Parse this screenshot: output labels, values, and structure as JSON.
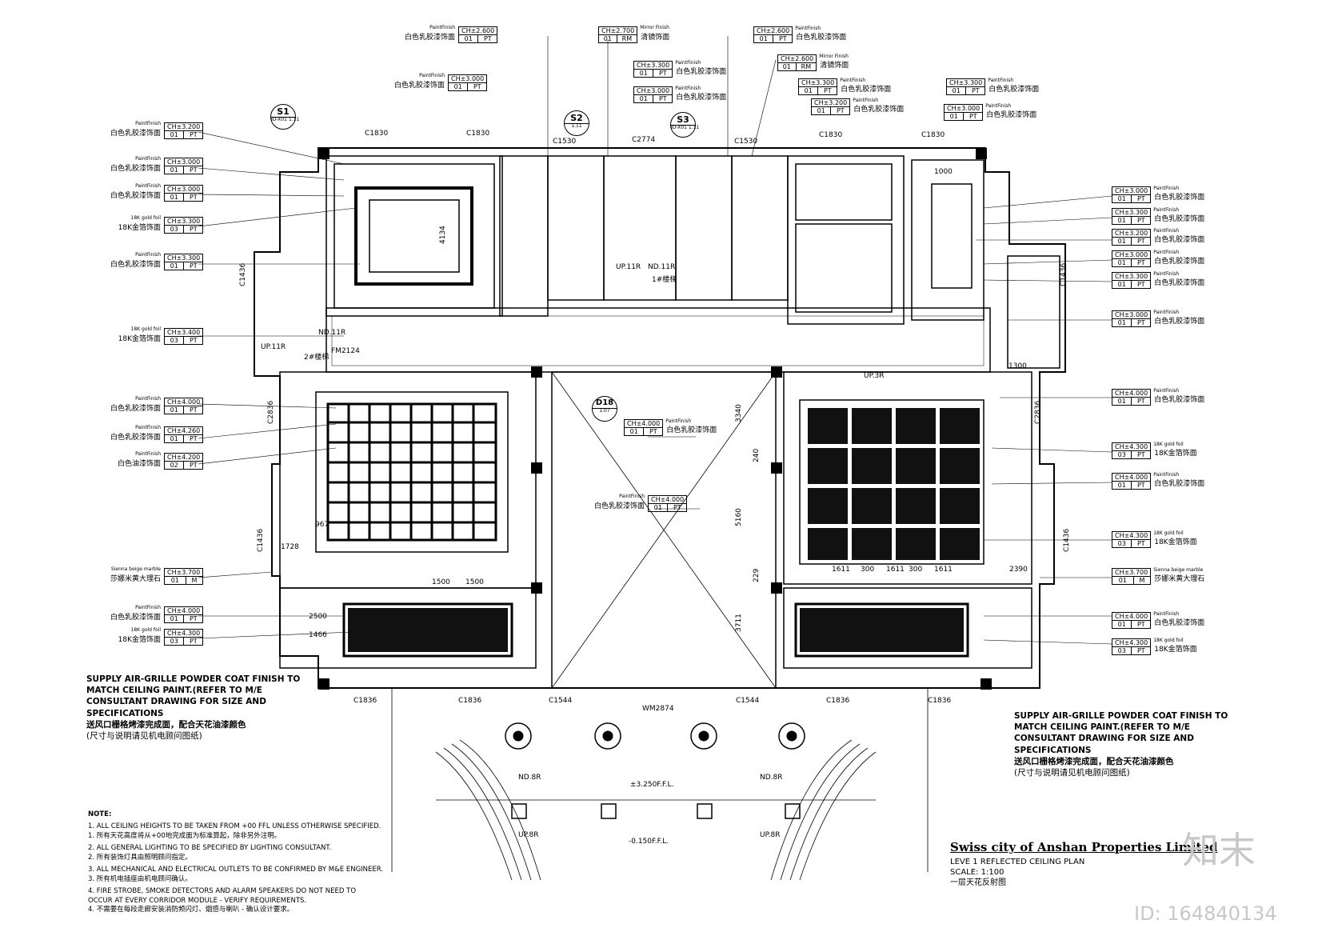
{
  "markers": [
    {
      "id": "S1",
      "ref": "ID-X01 1.11"
    },
    {
      "id": "S2",
      "ref": "1.11"
    },
    {
      "id": "S3",
      "ref": "ID-X01 1.11"
    },
    {
      "id": "D18",
      "ref": "1.07"
    }
  ],
  "tags_left": [
    {
      "finish": "PaintFinish",
      "ch": "CH±3.200",
      "code": "01",
      "type": "PT",
      "zh": "白色乳胶漆饰面"
    },
    {
      "finish": "PaintFinish",
      "ch": "CH±3.000",
      "code": "01",
      "type": "PT",
      "zh": "白色乳胶漆饰面"
    },
    {
      "finish": "PaintFinish",
      "ch": "CH±3.000",
      "code": "01",
      "type": "PT",
      "zh": "白色乳胶漆饰面"
    },
    {
      "finish": "18K gold foil",
      "ch": "CH±3.300",
      "code": "03",
      "type": "PT",
      "zh": "18K金箔饰面"
    },
    {
      "finish": "PaintFinish",
      "ch": "CH±3.300",
      "code": "01",
      "type": "PT",
      "zh": "白色乳胶漆饰面"
    },
    {
      "finish": "18K gold foil",
      "ch": "CH±3.400",
      "code": "03",
      "type": "PT",
      "zh": "18K金箔饰面"
    },
    {
      "finish": "PaintFinish",
      "ch": "CH±4.000",
      "code": "01",
      "type": "PT",
      "zh": "白色乳胶漆饰面"
    },
    {
      "finish": "PaintFinish",
      "ch": "CH±4.260",
      "code": "01",
      "type": "PT",
      "zh": "白色乳胶漆饰面"
    },
    {
      "finish": "PaintFinish",
      "ch": "CH±4.200",
      "code": "02",
      "type": "PT",
      "zh": "白色油漆饰面"
    },
    {
      "finish": "Sienna beige marble",
      "ch": "CH±3.700",
      "code": "01",
      "type": "M",
      "zh": "莎娜米黄大理石"
    },
    {
      "finish": "PaintFinish",
      "ch": "CH±4.000",
      "code": "01",
      "type": "PT",
      "zh": "白色乳胶漆饰面"
    },
    {
      "finish": "18K gold foil",
      "ch": "CH±4.300",
      "code": "03",
      "type": "PT",
      "zh": "18K金箔饰面"
    }
  ],
  "tags_right": [
    {
      "finish": "PaintFinish",
      "ch": "CH±3.000",
      "code": "01",
      "type": "PT",
      "zh": "白色乳胶漆饰面"
    },
    {
      "finish": "PaintFinish",
      "ch": "CH±3.300",
      "code": "01",
      "type": "PT",
      "zh": "白色乳胶漆饰面"
    },
    {
      "finish": "PaintFinish",
      "ch": "CH±3.200",
      "code": "01",
      "type": "PT",
      "zh": "白色乳胶漆饰面"
    },
    {
      "finish": "PaintFinish",
      "ch": "CH±3.000",
      "code": "01",
      "type": "PT",
      "zh": "白色乳胶漆饰面"
    },
    {
      "finish": "PaintFinish",
      "ch": "CH±3.300",
      "code": "01",
      "type": "PT",
      "zh": "白色乳胶漆饰面"
    },
    {
      "finish": "PaintFinish",
      "ch": "CH±3.000",
      "code": "01",
      "type": "PT",
      "zh": "白色乳胶漆饰面"
    },
    {
      "finish": "PaintFinish",
      "ch": "CH±4.000",
      "code": "01",
      "type": "PT",
      "zh": "白色乳胶漆饰面"
    },
    {
      "finish": "18K gold foil",
      "ch": "CH±4.300",
      "code": "03",
      "type": "PT",
      "zh": "18K金箔饰面"
    },
    {
      "finish": "PaintFinish",
      "ch": "CH±4.000",
      "code": "01",
      "type": "PT",
      "zh": "白色乳胶漆饰面"
    },
    {
      "finish": "18K gold foil",
      "ch": "CH±4.300",
      "code": "03",
      "type": "PT",
      "zh": "18K金箔饰面"
    },
    {
      "finish": "Sienna beige marble",
      "ch": "CH±3.700",
      "code": "01",
      "type": "M",
      "zh": "莎娜米黄大理石"
    },
    {
      "finish": "PaintFinish",
      "ch": "CH±4.000",
      "code": "01",
      "type": "PT",
      "zh": "白色乳胶漆饰面"
    },
    {
      "finish": "18K gold foil",
      "ch": "CH±4.300",
      "code": "03",
      "type": "PT",
      "zh": "18K金箔饰面"
    }
  ],
  "tags_top": [
    {
      "finish": "PaintFinish",
      "ch": "CH±2.600",
      "code": "01",
      "type": "PT",
      "zh": "白色乳胶漆饰面"
    },
    {
      "finish": "PaintFinish",
      "ch": "CH±3.000",
      "code": "01",
      "type": "PT",
      "zh": "白色乳胶漆饰面"
    },
    {
      "finish": "Mirror Finish",
      "ch": "CH±2.700",
      "code": "01",
      "type": "RM",
      "zh": "清镜饰面"
    },
    {
      "finish": "PaintFinish",
      "ch": "CH±3.300",
      "code": "01",
      "type": "PT",
      "zh": "白色乳胶漆饰面"
    },
    {
      "finish": "PaintFinish",
      "ch": "CH±3.000",
      "code": "01",
      "type": "PT",
      "zh": "白色乳胶漆饰面"
    },
    {
      "finish": "PaintFinish",
      "ch": "CH±2.600",
      "code": "01",
      "type": "PT",
      "zh": "白色乳胶漆饰面"
    },
    {
      "finish": "Mirror Finish",
      "ch": "CH±2.600",
      "code": "01",
      "type": "RM",
      "zh": "清镜饰面"
    },
    {
      "finish": "PaintFinish",
      "ch": "CH±3.300",
      "code": "01",
      "type": "PT",
      "zh": "白色乳胶漆饰面"
    },
    {
      "finish": "PaintFinish",
      "ch": "CH±3.200",
      "code": "01",
      "type": "PT",
      "zh": "白色乳胶漆饰面"
    },
    {
      "finish": "PaintFinish",
      "ch": "CH±3.300",
      "code": "01",
      "type": "PT",
      "zh": "白色乳胶漆饰面"
    },
    {
      "finish": "PaintFinish",
      "ch": "CH±3.000",
      "code": "01",
      "type": "PT",
      "zh": "白色乳胶漆饰面"
    }
  ],
  "tags_center": [
    {
      "finish": "PaintFinish",
      "ch": "CH±4.000",
      "code": "01",
      "type": "PT",
      "zh": "白色乳胶漆饰面"
    },
    {
      "finish": "PaintFinish",
      "ch": "CH±4.000",
      "code": "01",
      "type": "PT",
      "zh": "白色乳胶漆饰面"
    }
  ],
  "dims": [
    {
      "t": "C1830"
    },
    {
      "t": "C1830"
    },
    {
      "t": "C1530"
    },
    {
      "t": "C2774"
    },
    {
      "t": "C1530"
    },
    {
      "t": "C1830"
    },
    {
      "t": "C1830"
    },
    {
      "t": "C1836"
    },
    {
      "t": "C1836"
    },
    {
      "t": "C1544"
    },
    {
      "t": "WM2874"
    },
    {
      "t": "C1544"
    },
    {
      "t": "C1836"
    },
    {
      "t": "C1836"
    },
    {
      "t": "C1436"
    },
    {
      "t": "C1436"
    },
    {
      "t": "C2836"
    },
    {
      "t": "C2836"
    },
    {
      "t": "C1436"
    },
    {
      "t": "C1436"
    },
    {
      "t": "UP.11R"
    },
    {
      "t": "ND.11R"
    },
    {
      "t": "UP.11R"
    },
    {
      "t": "ND.11R"
    },
    {
      "t": "2#楼梯"
    },
    {
      "t": "1#楼梯"
    },
    {
      "t": "FM2124"
    },
    {
      "t": "UP.3R"
    },
    {
      "t": "ND.8R"
    },
    {
      "t": "ND.8R"
    },
    {
      "t": "UP.8R"
    },
    {
      "t": "UP.8R"
    },
    {
      "t": "±3.250F.F.L."
    },
    {
      "t": "-0.150F.F.L."
    },
    {
      "t": "3340"
    },
    {
      "t": "5160"
    },
    {
      "t": "3711"
    },
    {
      "t": "240"
    },
    {
      "t": "229"
    },
    {
      "t": "1611"
    },
    {
      "t": "300"
    },
    {
      "t": "1611"
    },
    {
      "t": "300"
    },
    {
      "t": "1611"
    },
    {
      "t": "1500"
    },
    {
      "t": "1500"
    },
    {
      "t": "2390"
    },
    {
      "t": "1466"
    },
    {
      "t": "2500"
    },
    {
      "t": "1000"
    },
    {
      "t": "1300"
    },
    {
      "t": "4134"
    },
    {
      "t": "967"
    },
    {
      "t": "1728"
    }
  ],
  "air_grille_note_left": {
    "en1": "SUPPLY AIR-GRILLE POWDER COAT FINISH TO",
    "en2": "MATCH CEILING PAINT.(REFER TO M/E",
    "en3": "CONSULTANT DRAWING FOR SIZE AND",
    "en4": "SPECIFICATIONS",
    "zh1": "送风口栅格烤漆完成面，配合天花油漆颜色",
    "zh2": "(尺寸与说明请见机电顾问图纸)"
  },
  "air_grille_note_right": {
    "en1": "SUPPLY AIR-GRILLE POWDER COAT FINISH TO",
    "en2": "MATCH CEILING PAINT.(REFER TO M/E",
    "en3": "CONSULTANT DRAWING FOR SIZE AND",
    "en4": "SPECIFICATIONS",
    "zh1": "送风口栅格烤漆完成面，配合天花油漆颜色",
    "zh2": "(尺寸与说明请见机电顾问图纸)"
  },
  "notes": {
    "heading": "NOTE:",
    "items": [
      "1.  ALL CEILING HEIGHTS TO BE TAKEN FROM +00 FFL UNLESS OTHERWISE SPECIFIED.",
      "1.  所有天花高度将从+00地完成面为标准算起，除非另外注明。",
      "2.  ALL GENERAL LIGHTING TO BE SPECIFIED BY LIGHTING CONSULTANT.",
      "2.  所有装饰灯具由照明顾问指定。",
      "3.  ALL MECHANICAL AND ELECTRICAL OUTLETS TO BE CONFIRMED BY M&E ENGINEER.",
      "3.  所有机电插座由机电顾问确认。",
      "4.  FIRE STROBE, SMOKE DETECTORS AND ALARM SPEAKERS DO NOT NEED TO",
      "OCCUR AT EVERY CORRIDOR MODULE - VERIFY REQUIREMENTS.",
      "4.  不需要在每段走廊安装消防频闪灯、烟感与喇叭 - 确认设计要求。"
    ]
  },
  "title_block": {
    "company": "Swiss city of Anshan Properties Limited",
    "drawing_title": "LEVE  1 REFLECTED CEILING PLAN",
    "scale": "SCALE: 1:100",
    "title_zh": "一层天花反射图"
  },
  "watermark": {
    "logo": "知末",
    "id": "ID: 164840134"
  }
}
